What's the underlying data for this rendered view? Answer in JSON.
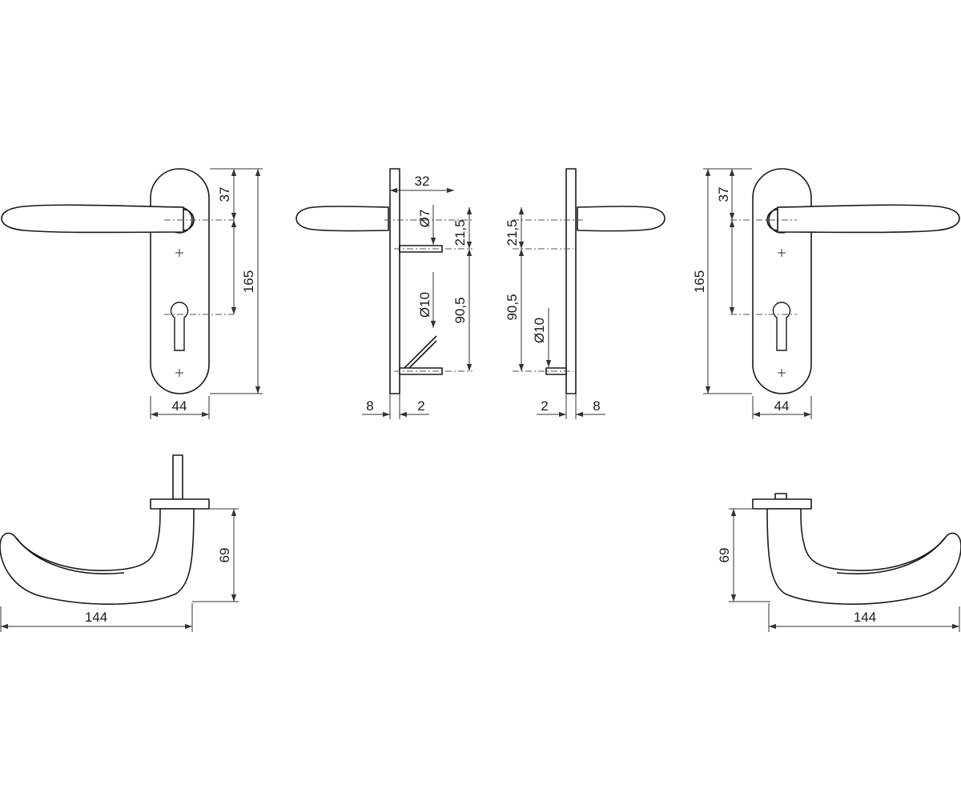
{
  "dimensions": {
    "left_front": {
      "width": "44",
      "height": "165",
      "spindle_to_cylinder": "37"
    },
    "left_side": {
      "projection": "32",
      "spindle_dia": "Ø7",
      "spindle_dist": "21,5",
      "cylinder_dist": "90,5",
      "cylinder_dia": "Ø10",
      "plate_offset": "8",
      "plate_thickness": "2"
    },
    "right_side": {
      "spindle_dist": "21,5",
      "cylinder_dist": "90,5",
      "cylinder_dia": "Ø10",
      "plate_thickness": "2",
      "plate_offset": "8"
    },
    "right_front": {
      "spindle_to_cylinder": "37",
      "height": "165",
      "width": "44"
    },
    "left_top": {
      "height": "69",
      "length": "144"
    },
    "right_top": {
      "height": "69",
      "length": "144"
    }
  },
  "colors": {
    "line": "#1a1a1a",
    "background": "#ffffff"
  }
}
